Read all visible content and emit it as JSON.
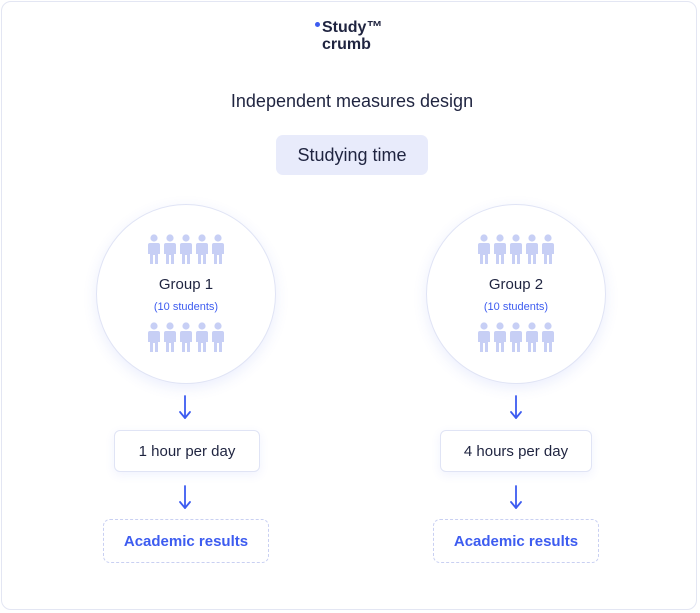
{
  "logo": {
    "line1": "Study™",
    "line2": "crumb",
    "accent_color": "#3d5cf0"
  },
  "title": "Independent measures design",
  "independent_variable": "Studying time",
  "groups": [
    {
      "label": "Group 1",
      "size_note": "(10 students)",
      "icon_count": 10,
      "condition": "1 hour per day",
      "outcome": "Academic results"
    },
    {
      "label": "Group 2",
      "size_note": "(10 students)",
      "icon_count": 10,
      "condition": "4 hours per day",
      "outcome": "Academic results"
    }
  ],
  "colors": {
    "text": "#1f2440",
    "accent": "#3d5cf0",
    "person_icon": "#c7cff5",
    "tag_background": "#e8ebfb"
  },
  "icons": {
    "person": "person-icon",
    "arrow": "arrow-down-icon"
  }
}
